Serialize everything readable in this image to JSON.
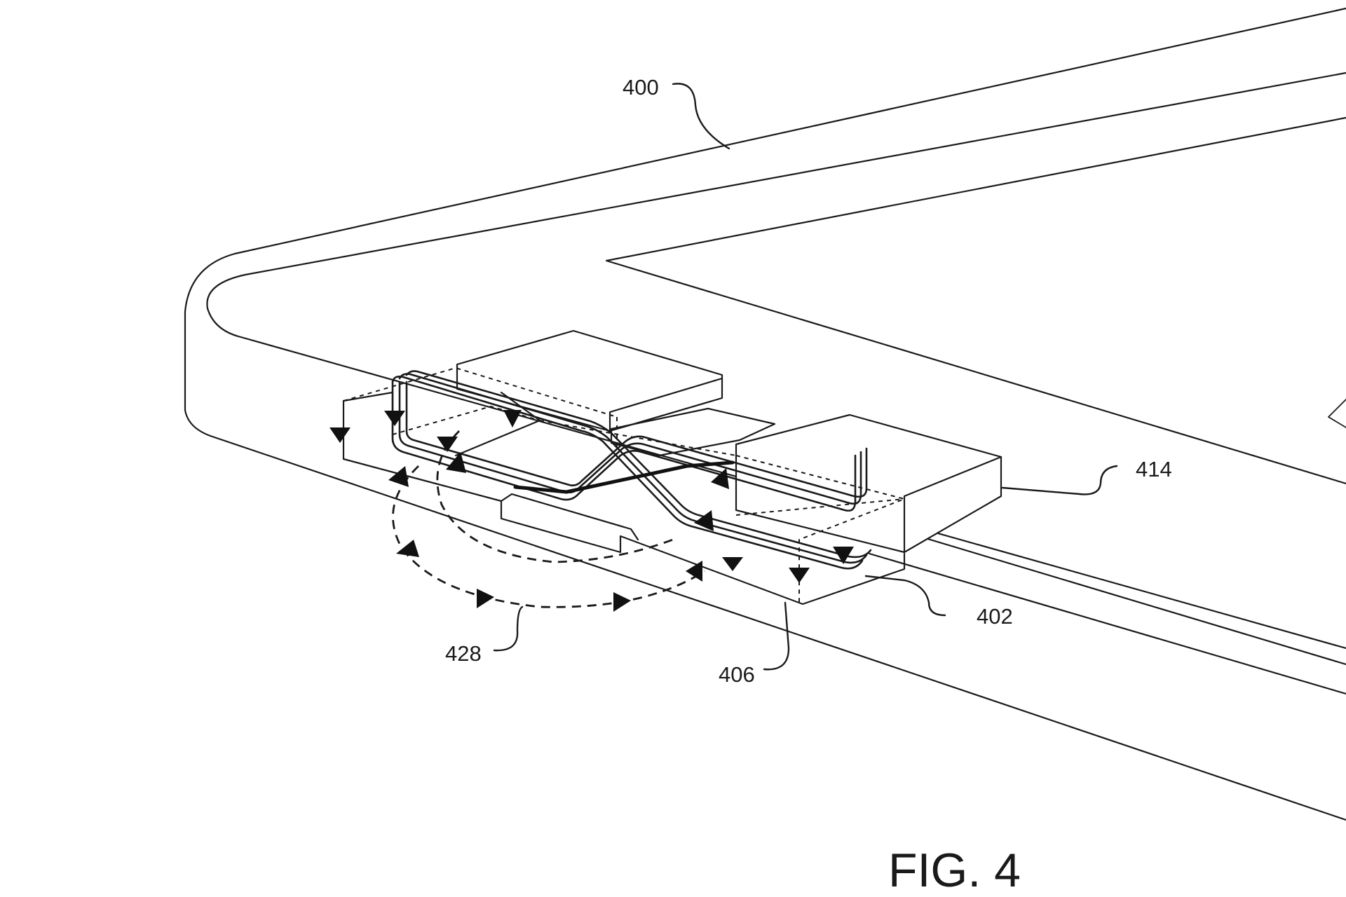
{
  "figure": {
    "caption": "FIG. 4",
    "reference_numerals": {
      "device": "400",
      "coil": "402",
      "core": "406",
      "magnetic_field": "428",
      "housing": "414"
    }
  }
}
